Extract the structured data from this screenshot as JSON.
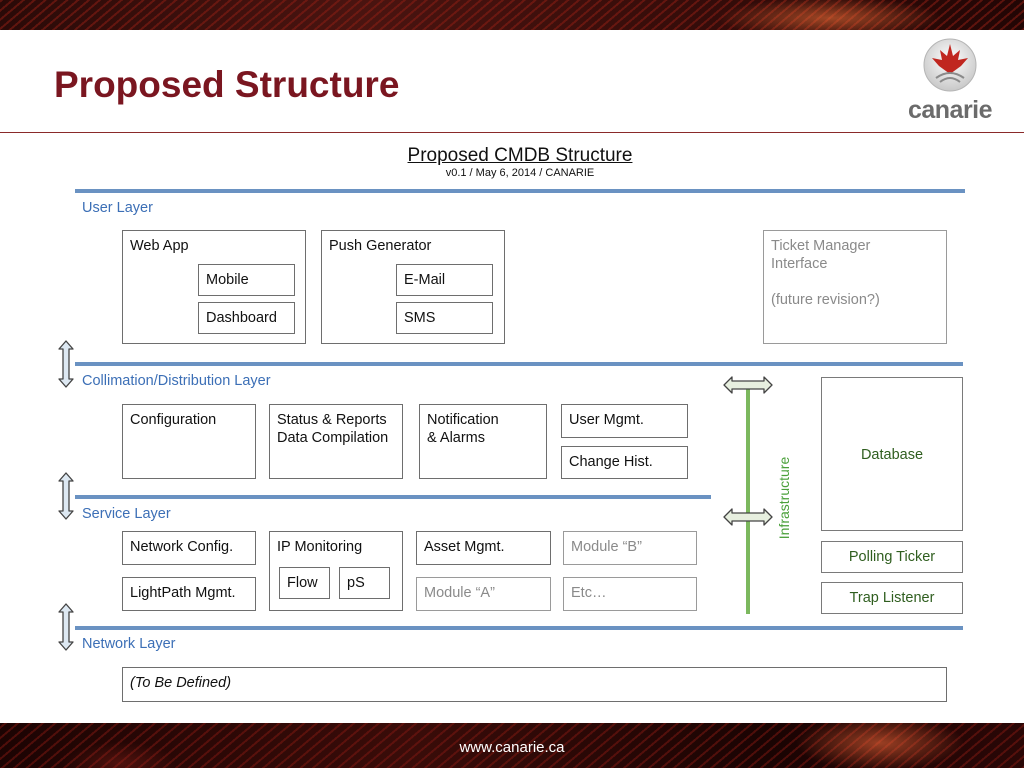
{
  "slide": {
    "title": "Proposed Structure",
    "logo_text": "canarie",
    "footer_url": "www.canarie.ca"
  },
  "diagram": {
    "title": "Proposed CMDB Structure",
    "subtitle": "v0.1  /  May 6, 2014  /  CANARIE",
    "layers": {
      "user": "User Layer",
      "collimation": "Collimation/Distribution Layer",
      "service": "Service Layer",
      "network": "Network Layer"
    },
    "user_layer": {
      "web_app": "Web App",
      "mobile": "Mobile",
      "dashboard": "Dashboard",
      "push_generator": "Push Generator",
      "email": "E-Mail",
      "sms": "SMS",
      "ticket_manager": "Ticket Manager\nInterface\n\n(future revision?)"
    },
    "collimation_layer": {
      "configuration": "Configuration",
      "status_reports": "Status & Reports\nData Compilation",
      "notification": "Notification\n& Alarms",
      "user_mgmt": "User Mgmt.",
      "change_hist": "Change Hist."
    },
    "service_layer": {
      "network_config": "Network Config.",
      "lightpath_mgmt": "LightPath Mgmt.",
      "ip_monitoring": "IP Monitoring",
      "flow": "Flow",
      "ps": "pS",
      "asset_mgmt": "Asset Mgmt.",
      "module_a": "Module “A”",
      "module_b": "Module “B”",
      "etc": "Etc…"
    },
    "network_layer": {
      "tbd": "(To Be Defined)"
    },
    "infrastructure": {
      "label": "Infrastructure",
      "database": "Database",
      "polling_ticker": "Polling Ticker",
      "trap_listener": "Trap Listener"
    }
  },
  "colors": {
    "title_red": "#7a1620",
    "layer_blue": "#6a92c2",
    "label_blue": "#3c6fb6",
    "infra_green": "#4aa03a",
    "arrow_fill": "#dde8f2"
  },
  "icons": [
    "double-arrow-vertical-icon",
    "double-arrow-horizontal-icon",
    "canarie-maple-leaf-icon"
  ]
}
